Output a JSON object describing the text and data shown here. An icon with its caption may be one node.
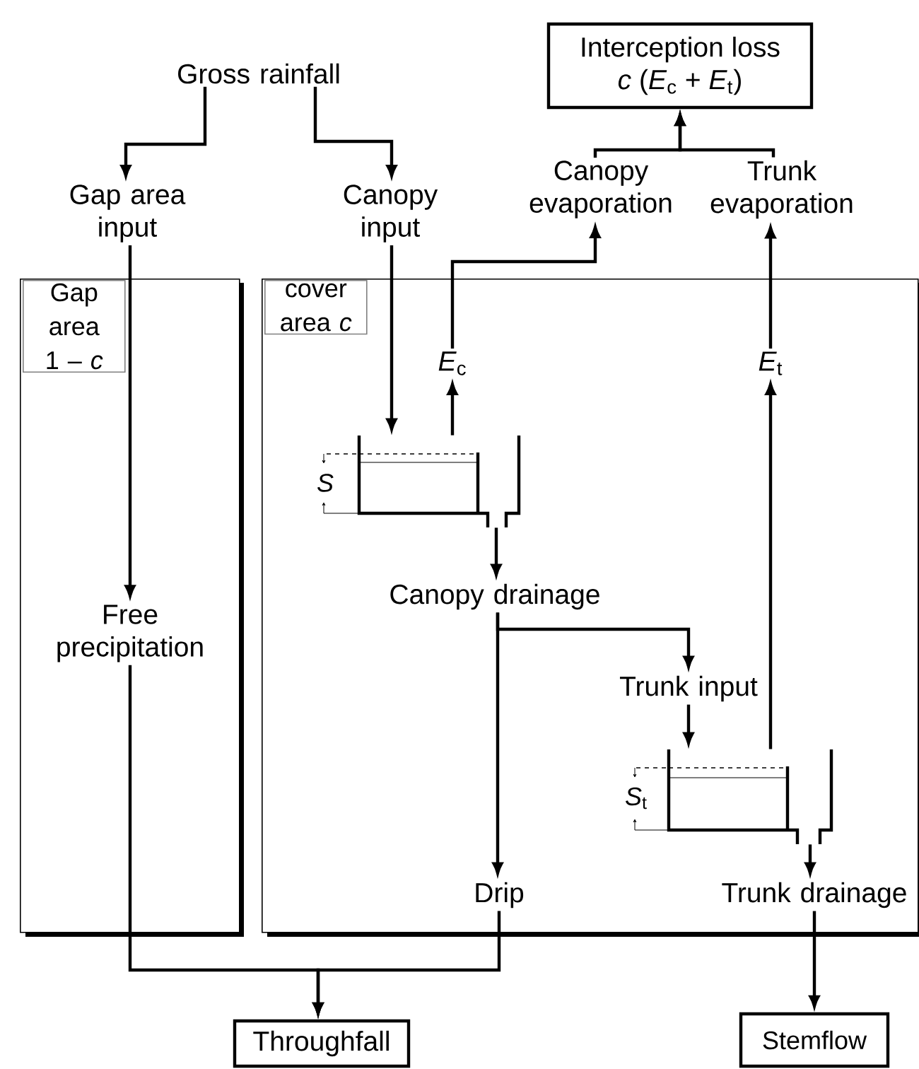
{
  "diagram": {
    "nodes": [
      {
        "text": [
          "Gross rainfall"
        ]
      },
      {
        "text": [
          "Interception loss",
          "*c* (*E*$_{c}$ + *E*$_{t}$)"
        ]
      },
      {
        "text": [
          "Canopy evaporation"
        ]
      },
      {
        "text": [
          "Trunk evaporation"
        ]
      },
      {
        "text": [
          "Gap area input"
        ]
      },
      {
        "text": [
          "Canopy input"
        ]
      },
      {
        "text": [
          "Gap area 1 – *c*"
        ]
      },
      {
        "text": [
          "Free precipitation"
        ],
        "in": 6
      },
      {
        "text": [
          "cover area *c*"
        ]
      },
      {
        "text": [
          "*E*$_{c}$"
        ],
        "in": 8
      },
      {
        "text": [],
        "shape": "box",
        "beside": [
          "*S*"
        ],
        "in": 8
      },
      {
        "text": [
          "Canopy drainage"
        ],
        "in": 8
      },
      {
        "text": [
          "Trunk input"
        ],
        "in": 8
      },
      {
        "text": [
          "*E*$_{t}$"
        ],
        "in": 8
      },
      {
        "text": [],
        "shape": "box",
        "beside": [
          "*S*$_{t}$"
        ],
        "in": 8
      },
      {
        "text": [
          "Drip"
        ],
        "in": 8
      },
      {
        "text": [
          "Trunk drainage"
        ],
        "in": 8
      },
      {
        "text": [
          "Throughfall"
        ]
      },
      {
        "text": [
          "Stemflow"
        ]
      }
    ],
    "edges": [
      {
        "from": 0,
        "to": 4,
        "arrow": "to"
      },
      {
        "from": 0,
        "to": 5,
        "arrow": "to"
      },
      {
        "from": 2,
        "to": 1,
        "arrow": "to"
      },
      {
        "from": 3,
        "to": 1,
        "arrow": "to"
      },
      {
        "from": 4,
        "to": 7,
        "arrow": "to"
      },
      {
        "from": 5,
        "to": 10,
        "arrow": "to"
      },
      {
        "from": 10,
        "to": 9,
        "arrow": "to"
      },
      {
        "from": 9,
        "to": 2,
        "arrow": "to"
      },
      {
        "from": 10,
        "to": 11,
        "arrow": "to"
      },
      {
        "from": 11,
        "to": 12,
        "arrow": "to"
      },
      {
        "from": 11,
        "to": 15,
        "arrow": "to"
      },
      {
        "from": 12,
        "to": 14,
        "arrow": "to"
      },
      {
        "from": 14,
        "to": 13,
        "arrow": "to"
      },
      {
        "from": 13,
        "to": 3,
        "arrow": "to"
      },
      {
        "from": 14,
        "to": 16,
        "arrow": "to"
      },
      {
        "from": 7,
        "to": 17,
        "arrow": "to"
      },
      {
        "from": 15,
        "to": 17,
        "arrow": "to"
      },
      {
        "from": 16,
        "to": 18,
        "arrow": "to"
      }
    ]
  }
}
